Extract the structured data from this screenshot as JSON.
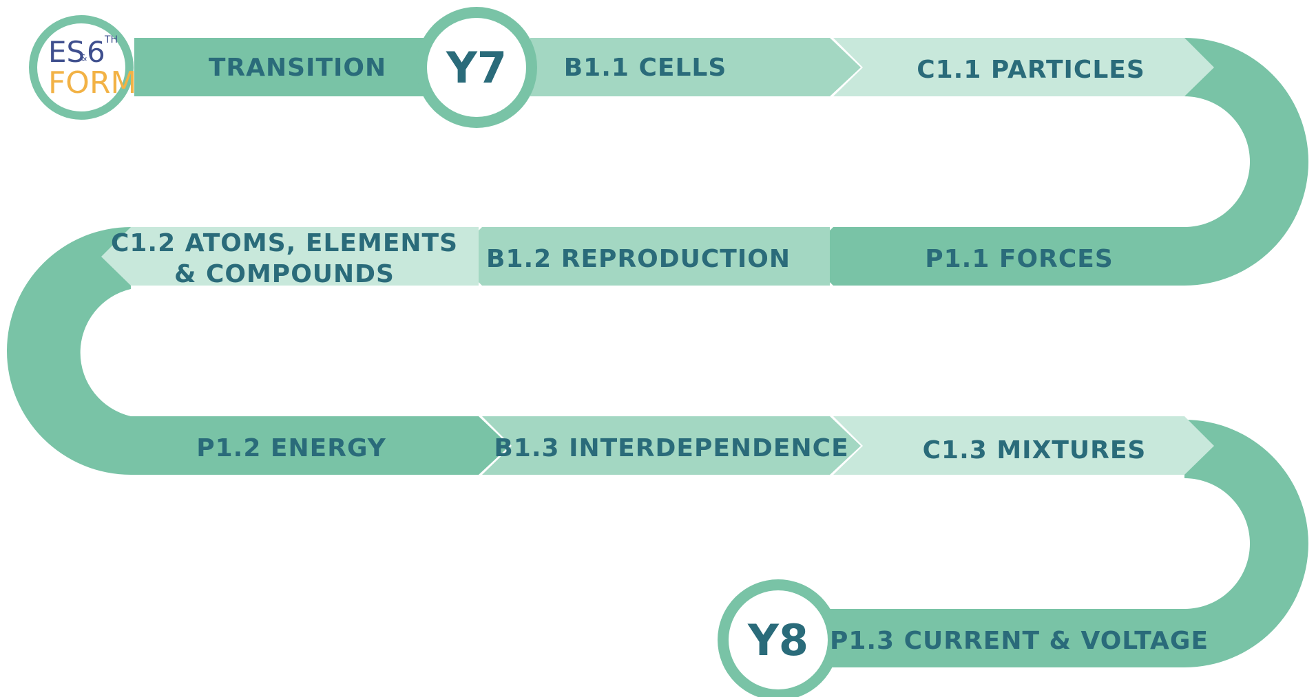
{
  "colors": {
    "dark": "#79c3a6",
    "mid": "#a3d7c2",
    "light": "#c8e8db",
    "text": "#2a6b7a",
    "logo_blue": "#3f4f8e",
    "logo_orange": "#f2b245"
  },
  "logo": {
    "top": "ES",
    "amp": "&",
    "num": "6",
    "sup": "TH",
    "bottom": "FORM"
  },
  "badges": {
    "y7": "Y7",
    "y8": "Y8"
  },
  "segments": {
    "transition": "TRANSITION",
    "b1_1": "B1.1 CELLS",
    "c1_1": "C1.1 PARTICLES",
    "p1_1": "P1.1 FORCES",
    "b1_2": "B1.2 REPRODUCTION",
    "c1_2_line1": "C1.2 ATOMS, ELEMENTS",
    "c1_2_line2": "& COMPOUNDS",
    "p1_2": "P1.2 ENERGY",
    "b1_3": "B1.3 INTERDEPENDENCE",
    "c1_3": "C1.3 MIXTURES",
    "p1_3": "P1.3 CURRENT & VOLTAGE"
  }
}
